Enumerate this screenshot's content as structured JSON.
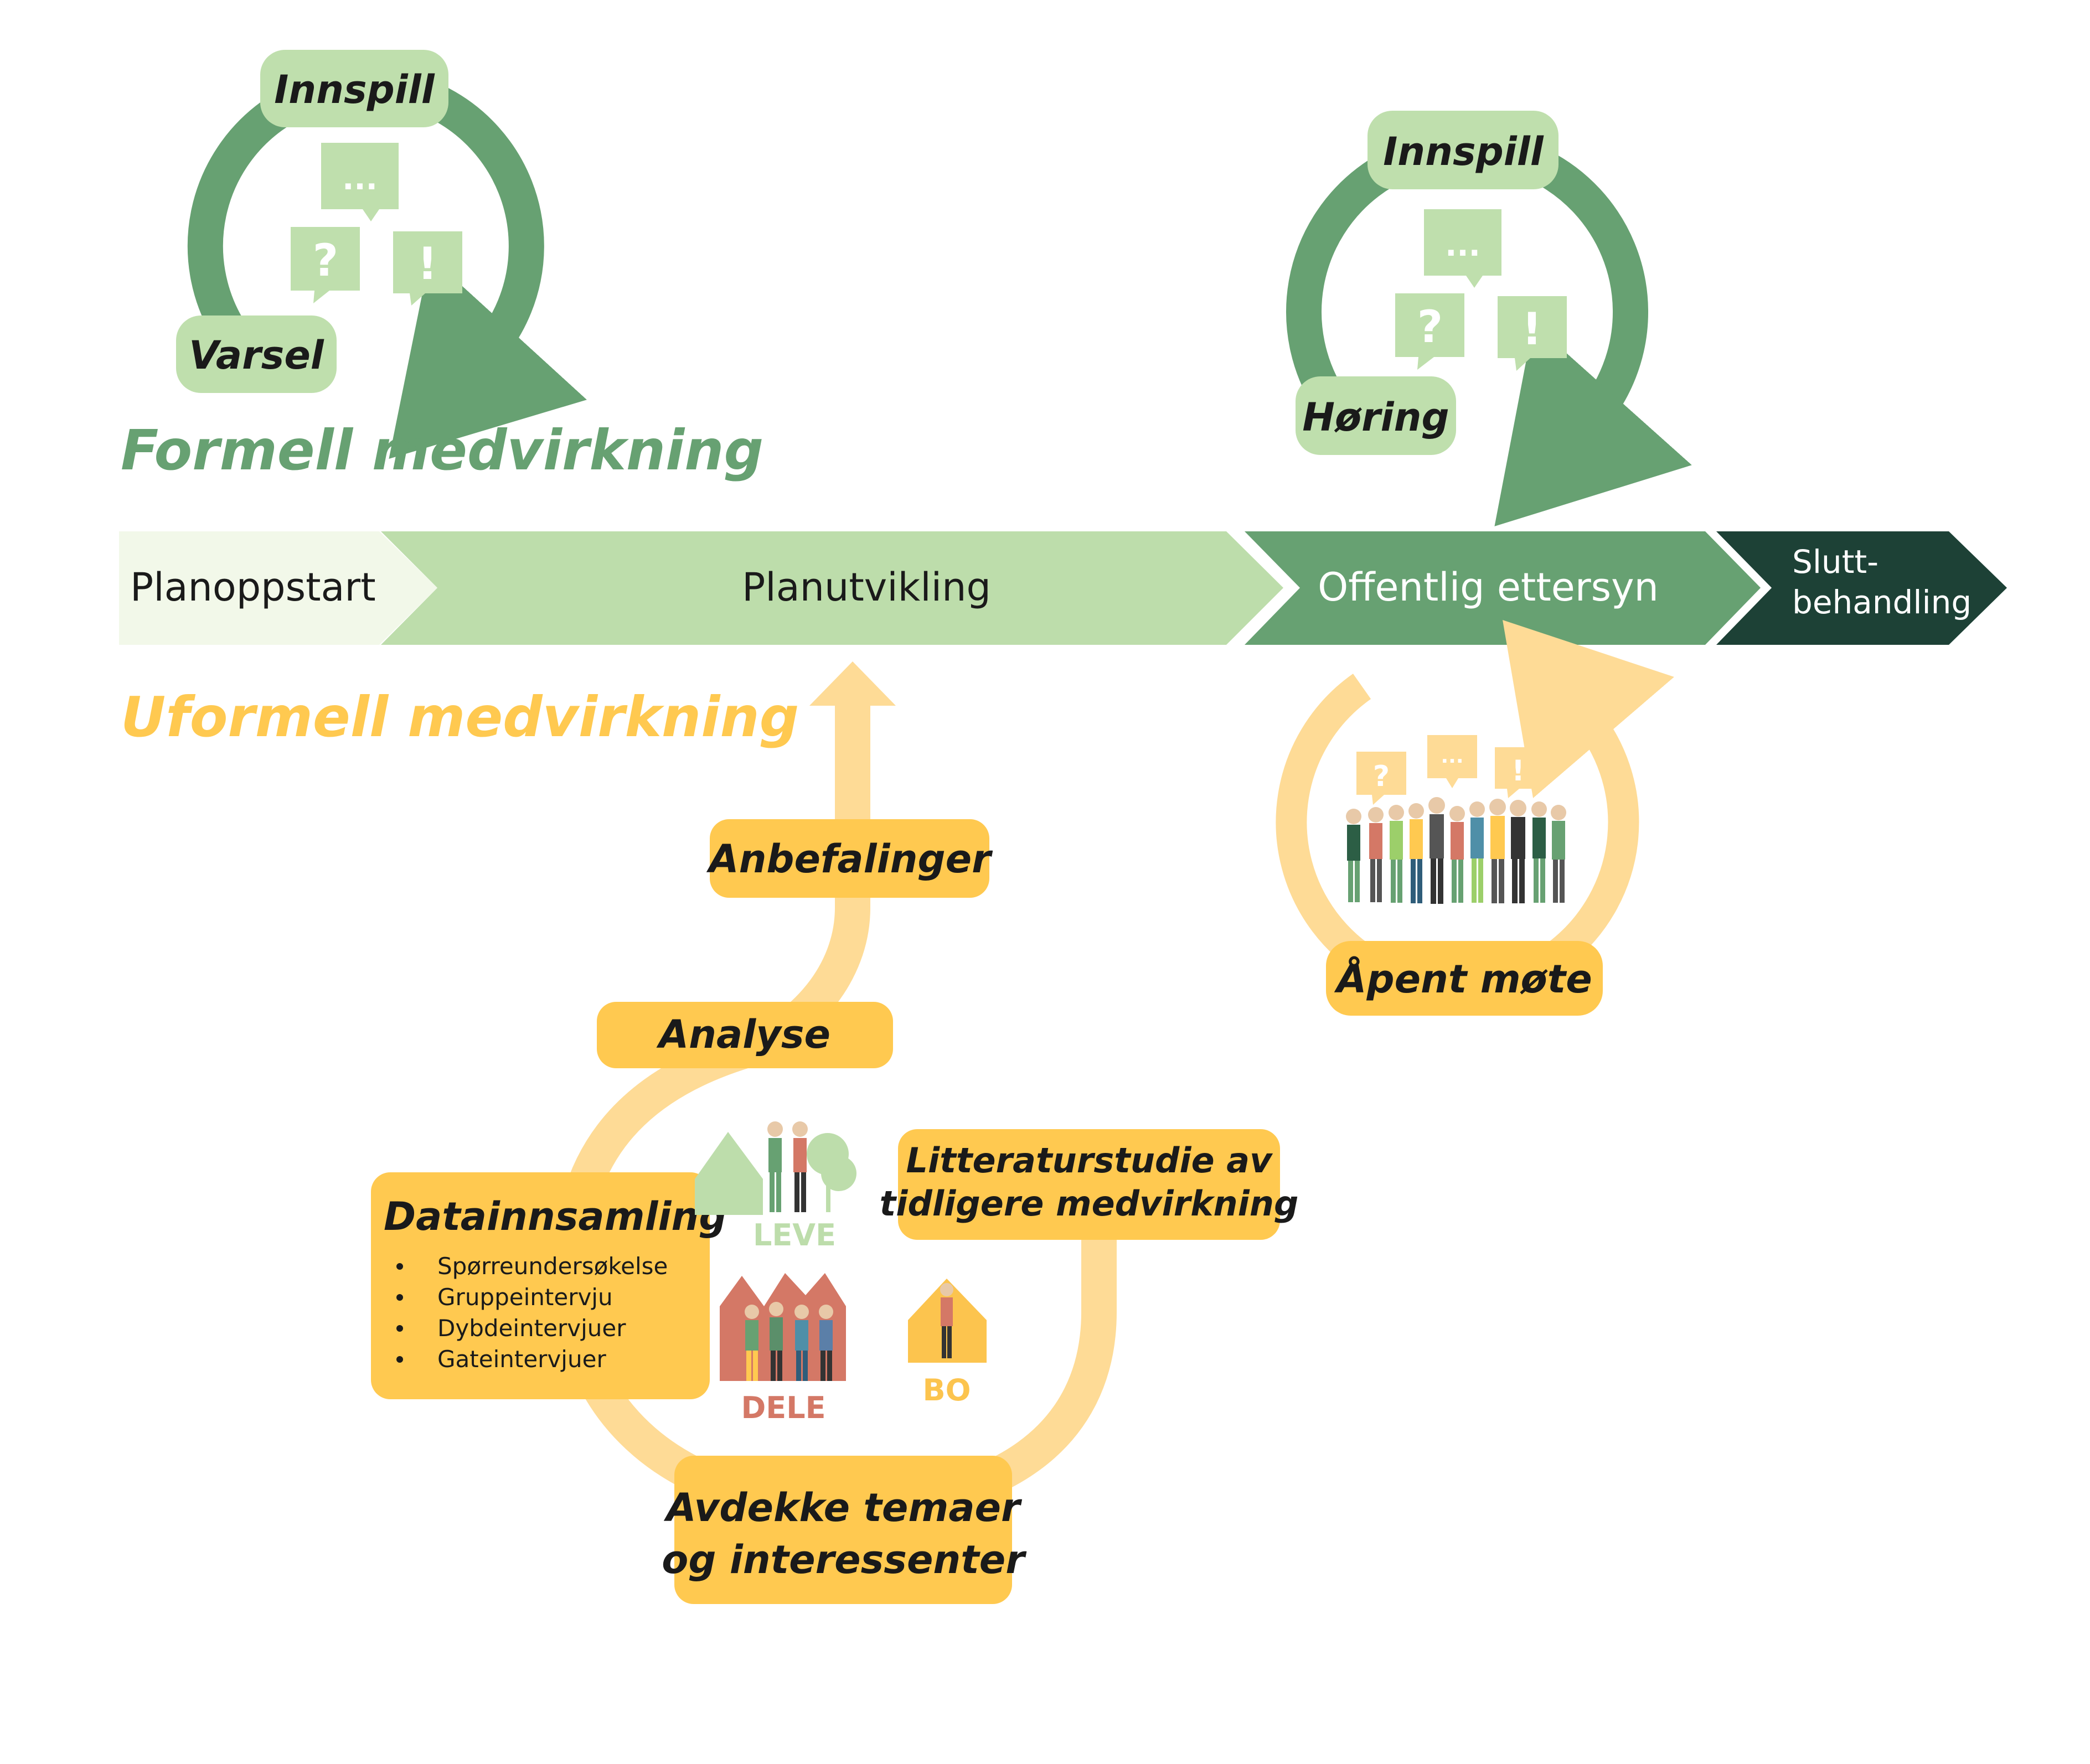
{
  "formal": {
    "heading": "Formell medvirkning",
    "cycle1": {
      "top": "Innspill",
      "bottom": "Varsel"
    },
    "cycle2": {
      "top": "Innspill",
      "bottom": "Høring"
    },
    "bubble_dots": "...",
    "bubble_question": "?",
    "bubble_exclaim": "!"
  },
  "informal": {
    "heading": "Uformell medvirkning",
    "anbefalinger": "Anbefalinger",
    "analyse": "Analyse",
    "datainnsamling": {
      "title": "Datainnsamling",
      "items": [
        "Spørreundersøkelse",
        "Gruppeintervju",
        "Dybdeintervjuer",
        "Gateintervjuer"
      ]
    },
    "litteratur": {
      "line1": "Litteraturstudie av",
      "line2": "tidligere medvirkning"
    },
    "avdekke": {
      "line1": "Avdekke temaer",
      "line2": "og interessenter"
    },
    "apent_mote": "Åpent møte",
    "leve": "LEVE",
    "dele": "DELE",
    "bo": "BO"
  },
  "phases": [
    {
      "label": "Planoppstart"
    },
    {
      "label": "Planutvikling"
    },
    {
      "label": "Offentlig ettersyn"
    },
    {
      "label_line1": "Slutt-",
      "label_line2": "behandling"
    }
  ],
  "colors": {
    "phase1": "#f2f8e9",
    "phase2": "#bdddab",
    "phase3": "#67a172",
    "phase4": "#1d4136",
    "green_arrow": "#67a172",
    "green_box": "#bfdfad",
    "bubble": "#bfdfad",
    "yellow_box": "#ffc950",
    "yellow_path": "#fedb96",
    "formal_heading": "#67a172",
    "informal_heading": "#ffc950",
    "leve": "#bdddab",
    "dele": "#d47866",
    "bo": "#fcc44e"
  }
}
